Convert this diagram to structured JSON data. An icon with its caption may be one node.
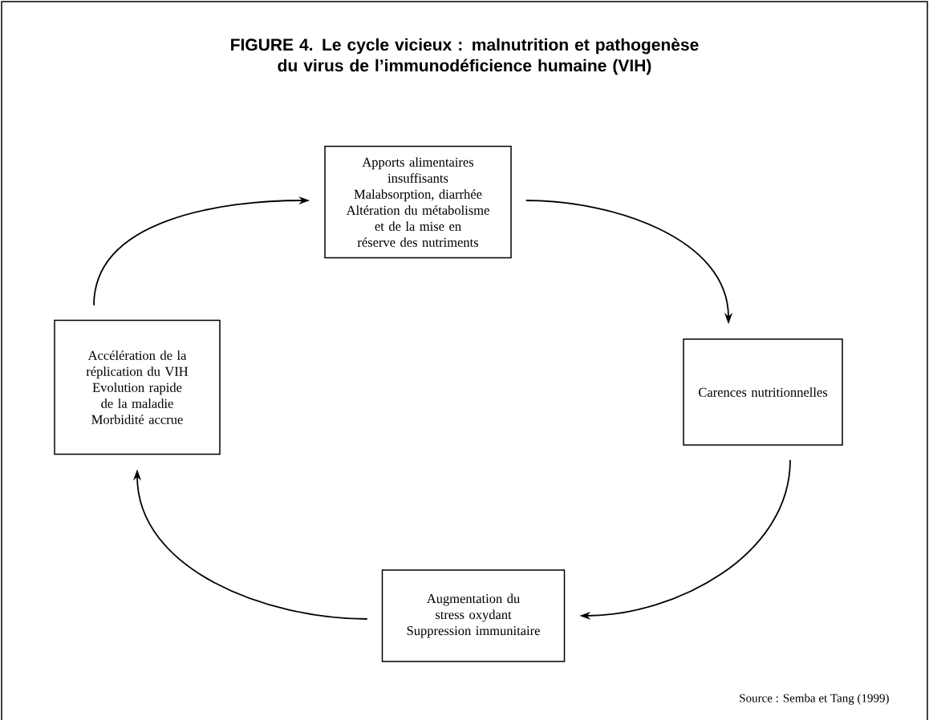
{
  "diagram": {
    "title": "FIGURE 4.  Le cycle vicieux : malnutrition et pathogenèse du virus de l’immunodéficience humaine (VIH)",
    "nodes": [
      {
        "text": [
          "Apports alimentaires insuffisants",
          "Malabsorption, diarrhée",
          "Altération du métabolisme et de la mise en réserve des nutriments"
        ]
      },
      {
        "text": [
          "Carences nutritionnelles"
        ]
      },
      {
        "text": [
          "Augmentation du stress oxydant",
          "Suppression immunitaire"
        ]
      },
      {
        "text": [
          "Accélération de la réplication du VIH",
          "Evolution rapide de la maladie",
          "Morbidité accrue"
        ]
      }
    ],
    "edges": [
      {
        "from": 0,
        "to": 1,
        "arrow": "to"
      },
      {
        "from": 1,
        "to": 2,
        "arrow": "to"
      },
      {
        "from": 2,
        "to": 3,
        "arrow": "to"
      },
      {
        "from": 3,
        "to": 0,
        "arrow": "to"
      }
    ],
    "labels": [
      "Source : Semba et Tang (1999)"
    ]
  }
}
